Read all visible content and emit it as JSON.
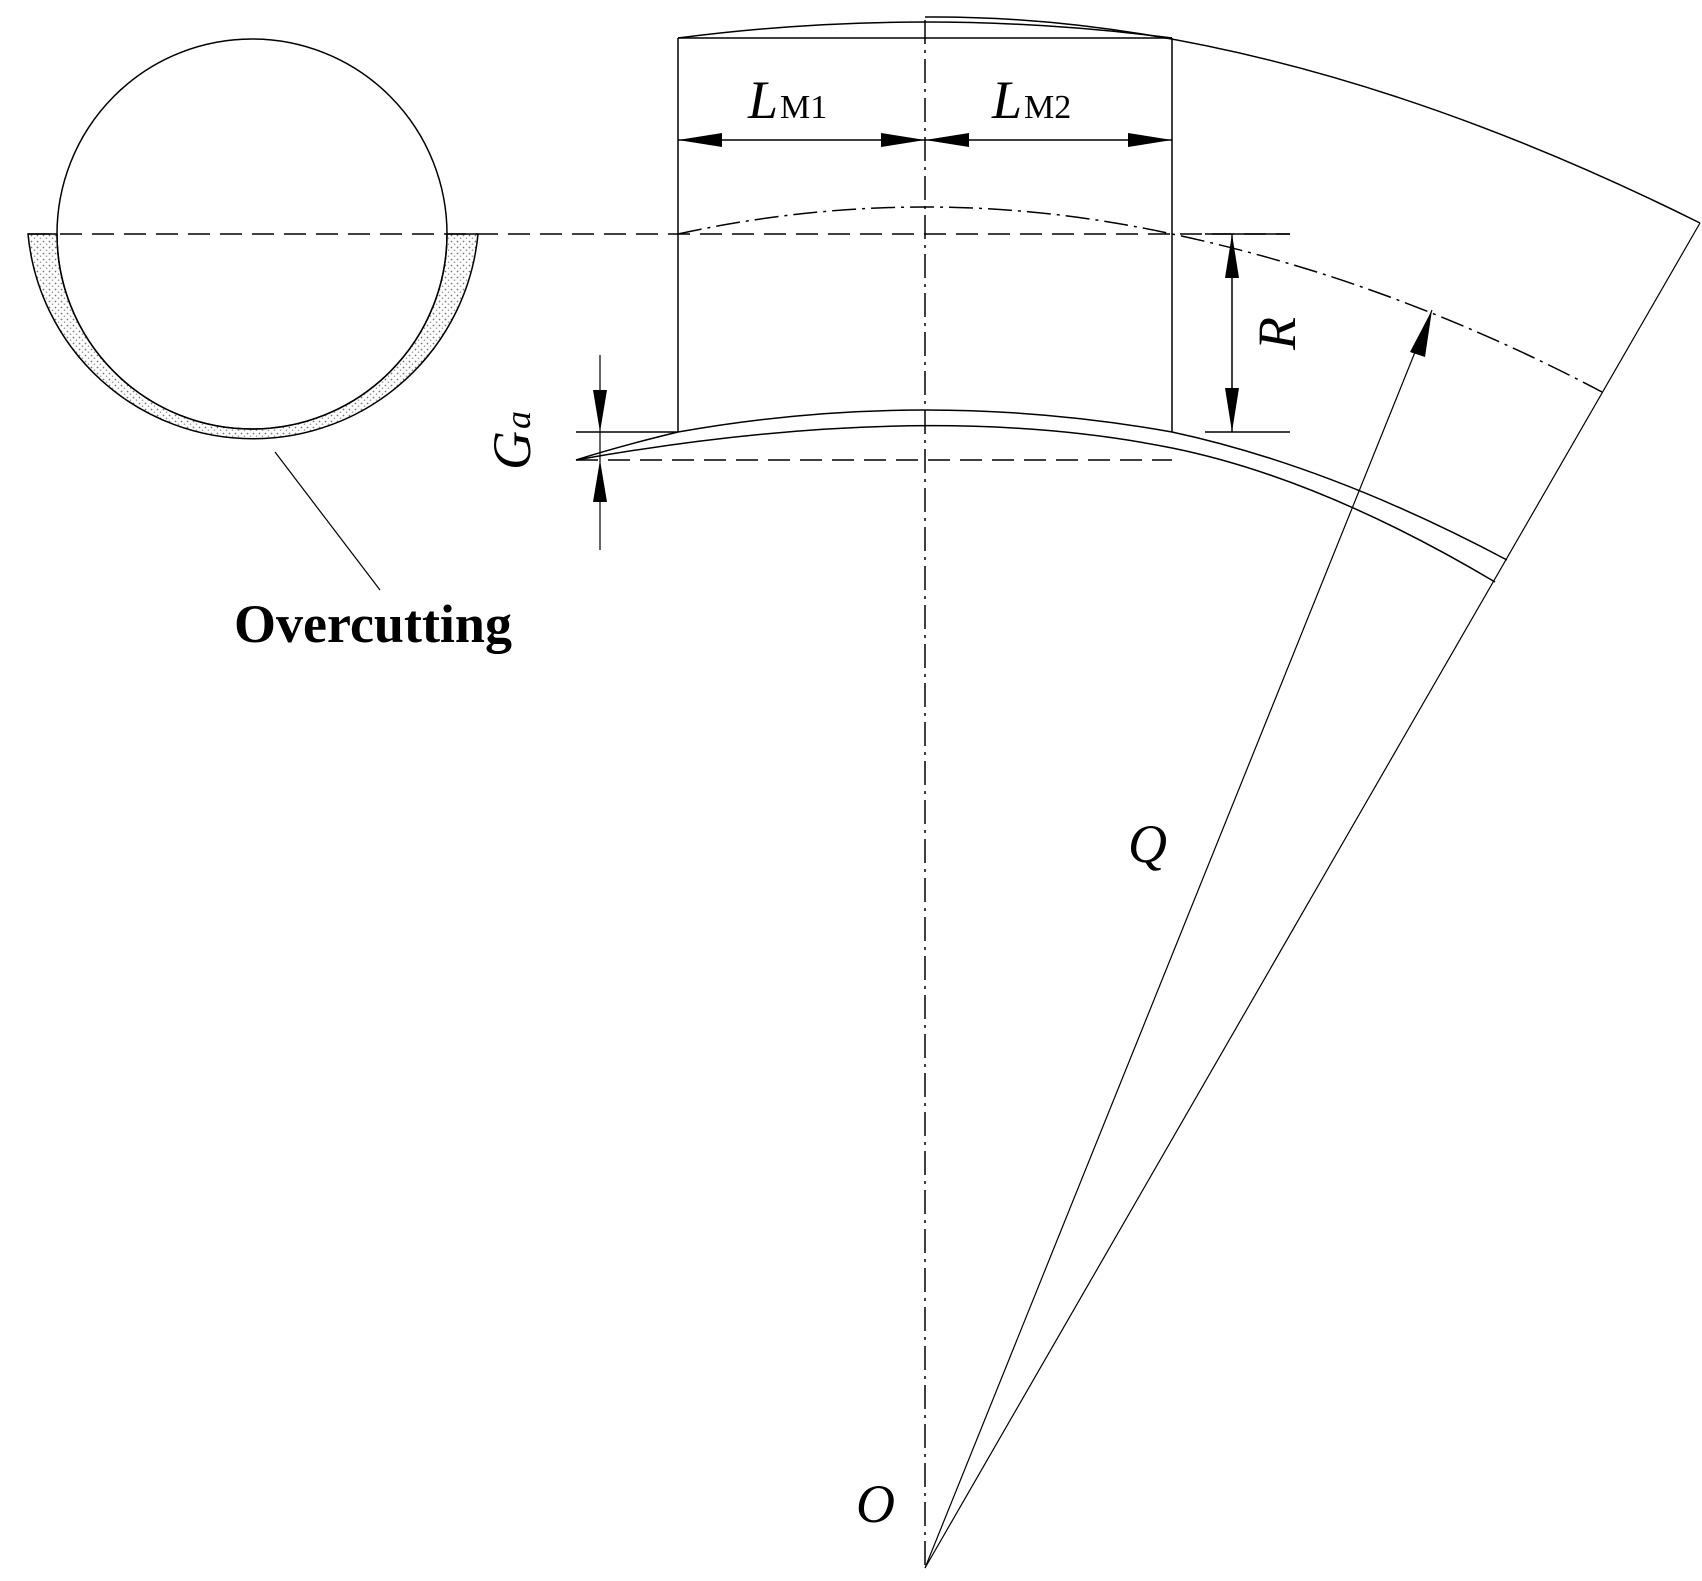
{
  "labels": {
    "lm1_main": "L",
    "lm1_sub": "M1",
    "lm2_main": "L",
    "lm2_sub": "M2",
    "r": "R",
    "ga_main": "G",
    "ga_sub": "a",
    "q": "Q",
    "o": "O",
    "overcutting": "Overcutting"
  },
  "colors": {
    "line": "#000000",
    "hatch": "#888888",
    "background": "#ffffff"
  }
}
